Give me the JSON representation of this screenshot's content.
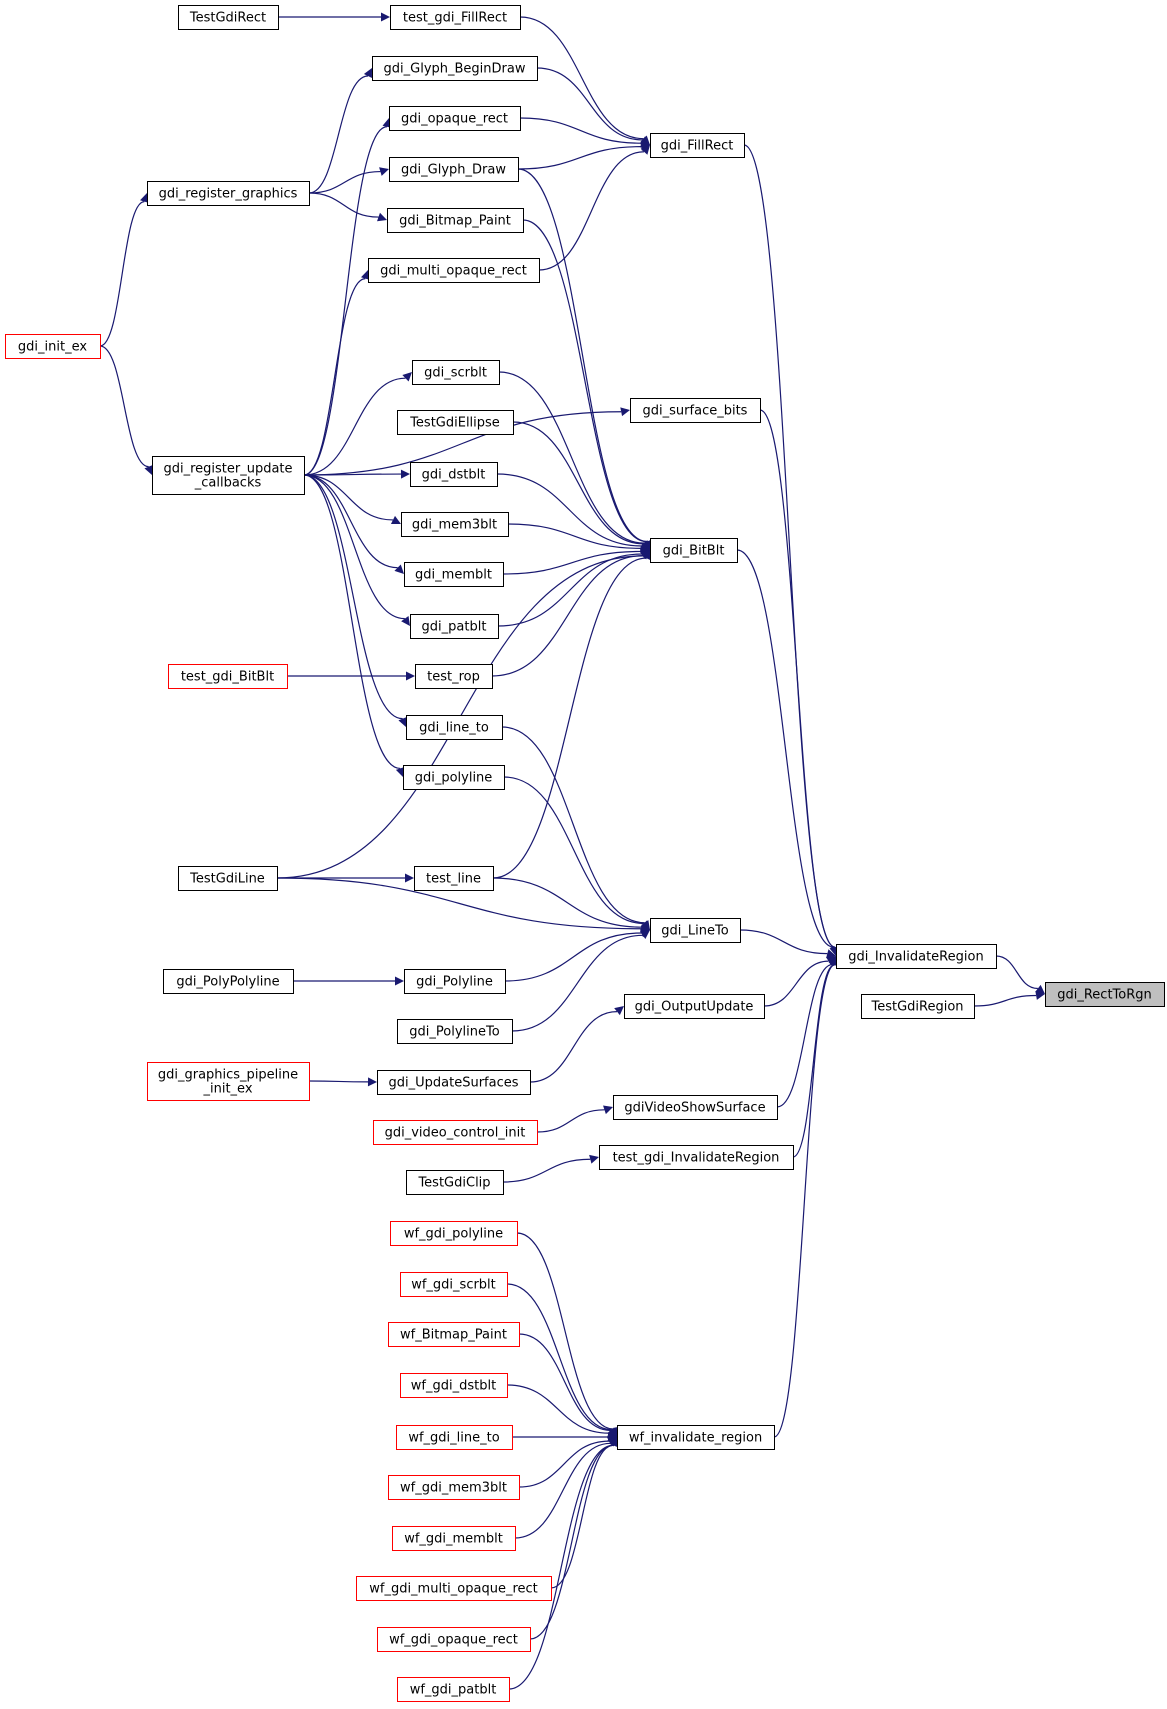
{
  "diagram": {
    "type": "caller-graph",
    "root": "gdi_RectToRgn",
    "colors": {
      "edge": "#191970",
      "normal_border": "#000000",
      "truncated_border": "#ff0000",
      "root_fill": "#bfbfbf"
    },
    "nodes": [
      {
        "id": "gdi_RectToRgn",
        "lines": [
          "gdi_RectToRgn"
        ],
        "style": "root"
      },
      {
        "id": "gdi_InvalidateRegion",
        "lines": [
          "gdi_InvalidateRegion"
        ]
      },
      {
        "id": "TestGdiRegion",
        "lines": [
          "TestGdiRegion"
        ]
      },
      {
        "id": "gdi_FillRect",
        "lines": [
          "gdi_FillRect"
        ]
      },
      {
        "id": "gdi_BitBlt",
        "lines": [
          "gdi_BitBlt"
        ]
      },
      {
        "id": "gdi_surface_bits",
        "lines": [
          "gdi_surface_bits"
        ]
      },
      {
        "id": "gdi_LineTo",
        "lines": [
          "gdi_LineTo"
        ]
      },
      {
        "id": "gdi_OutputUpdate",
        "lines": [
          "gdi_OutputUpdate"
        ]
      },
      {
        "id": "gdiVideoShowSurface",
        "lines": [
          "gdiVideoShowSurface"
        ]
      },
      {
        "id": "test_gdi_InvalidateRegion",
        "lines": [
          "test_gdi_InvalidateRegion"
        ]
      },
      {
        "id": "wf_invalidate_region",
        "lines": [
          "wf_invalidate_region"
        ]
      },
      {
        "id": "test_gdi_FillRect",
        "lines": [
          "test_gdi_FillRect"
        ]
      },
      {
        "id": "gdi_Glyph_BeginDraw",
        "lines": [
          "gdi_Glyph_BeginDraw"
        ]
      },
      {
        "id": "gdi_opaque_rect",
        "lines": [
          "gdi_opaque_rect"
        ]
      },
      {
        "id": "gdi_Glyph_Draw",
        "lines": [
          "gdi_Glyph_Draw"
        ]
      },
      {
        "id": "gdi_Bitmap_Paint",
        "lines": [
          "gdi_Bitmap_Paint"
        ]
      },
      {
        "id": "gdi_multi_opaque_rect",
        "lines": [
          "gdi_multi_opaque_rect"
        ]
      },
      {
        "id": "gdi_scrblt",
        "lines": [
          "gdi_scrblt"
        ]
      },
      {
        "id": "TestGdiEllipse",
        "lines": [
          "TestGdiEllipse"
        ]
      },
      {
        "id": "gdi_dstblt",
        "lines": [
          "gdi_dstblt"
        ]
      },
      {
        "id": "gdi_mem3blt",
        "lines": [
          "gdi_mem3blt"
        ]
      },
      {
        "id": "gdi_memblt",
        "lines": [
          "gdi_memblt"
        ]
      },
      {
        "id": "gdi_patblt",
        "lines": [
          "gdi_patblt"
        ]
      },
      {
        "id": "test_rop",
        "lines": [
          "test_rop"
        ]
      },
      {
        "id": "gdi_line_to",
        "lines": [
          "gdi_line_to"
        ]
      },
      {
        "id": "gdi_polyline",
        "lines": [
          "gdi_polyline"
        ]
      },
      {
        "id": "test_line",
        "lines": [
          "test_line"
        ]
      },
      {
        "id": "gdi_Polyline",
        "lines": [
          "gdi_Polyline"
        ]
      },
      {
        "id": "gdi_PolylineTo",
        "lines": [
          "gdi_PolylineTo"
        ]
      },
      {
        "id": "gdi_UpdateSurfaces",
        "lines": [
          "gdi_UpdateSurfaces"
        ]
      },
      {
        "id": "TestGdiRect",
        "lines": [
          "TestGdiRect"
        ]
      },
      {
        "id": "gdi_register_graphics",
        "lines": [
          "gdi_register_graphics"
        ]
      },
      {
        "id": "gdi_init_ex",
        "lines": [
          "gdi_init_ex"
        ],
        "style": "truncated"
      },
      {
        "id": "gdi_register_update_callbacks",
        "lines": [
          "gdi_register_update",
          "_callbacks"
        ]
      },
      {
        "id": "test_gdi_BitBlt",
        "lines": [
          "test_gdi_BitBlt"
        ],
        "style": "truncated"
      },
      {
        "id": "TestGdiLine",
        "lines": [
          "TestGdiLine"
        ]
      },
      {
        "id": "gdi_PolyPolyline",
        "lines": [
          "gdi_PolyPolyline"
        ]
      },
      {
        "id": "gdi_graphics_pipeline_init_ex",
        "lines": [
          "gdi_graphics_pipeline",
          "_init_ex"
        ],
        "style": "truncated"
      },
      {
        "id": "gdi_video_control_init",
        "lines": [
          "gdi_video_control_init"
        ],
        "style": "truncated"
      },
      {
        "id": "TestGdiClip",
        "lines": [
          "TestGdiClip"
        ]
      },
      {
        "id": "wf_gdi_polyline",
        "lines": [
          "wf_gdi_polyline"
        ],
        "style": "truncated"
      },
      {
        "id": "wf_gdi_scrblt",
        "lines": [
          "wf_gdi_scrblt"
        ],
        "style": "truncated"
      },
      {
        "id": "wf_Bitmap_Paint",
        "lines": [
          "wf_Bitmap_Paint"
        ],
        "style": "truncated"
      },
      {
        "id": "wf_gdi_dstblt",
        "lines": [
          "wf_gdi_dstblt"
        ],
        "style": "truncated"
      },
      {
        "id": "wf_gdi_line_to",
        "lines": [
          "wf_gdi_line_to"
        ],
        "style": "truncated"
      },
      {
        "id": "wf_gdi_mem3blt",
        "lines": [
          "wf_gdi_mem3blt"
        ],
        "style": "truncated"
      },
      {
        "id": "wf_gdi_memblt",
        "lines": [
          "wf_gdi_memblt"
        ],
        "style": "truncated"
      },
      {
        "id": "wf_gdi_multi_opaque_rect",
        "lines": [
          "wf_gdi_multi_opaque_rect"
        ],
        "style": "truncated"
      },
      {
        "id": "wf_gdi_opaque_rect",
        "lines": [
          "wf_gdi_opaque_rect"
        ],
        "style": "truncated"
      },
      {
        "id": "wf_gdi_patblt",
        "lines": [
          "wf_gdi_patblt"
        ],
        "style": "truncated"
      }
    ],
    "edges": [
      {
        "from": "gdi_InvalidateRegion",
        "to": "gdi_RectToRgn"
      },
      {
        "from": "TestGdiRegion",
        "to": "gdi_RectToRgn"
      },
      {
        "from": "gdi_FillRect",
        "to": "gdi_InvalidateRegion"
      },
      {
        "from": "gdi_BitBlt",
        "to": "gdi_InvalidateRegion"
      },
      {
        "from": "gdi_surface_bits",
        "to": "gdi_InvalidateRegion"
      },
      {
        "from": "gdi_LineTo",
        "to": "gdi_InvalidateRegion"
      },
      {
        "from": "gdi_OutputUpdate",
        "to": "gdi_InvalidateRegion"
      },
      {
        "from": "gdiVideoShowSurface",
        "to": "gdi_InvalidateRegion"
      },
      {
        "from": "test_gdi_InvalidateRegion",
        "to": "gdi_InvalidateRegion"
      },
      {
        "from": "wf_invalidate_region",
        "to": "gdi_InvalidateRegion"
      },
      {
        "from": "test_gdi_FillRect",
        "to": "gdi_FillRect"
      },
      {
        "from": "gdi_Glyph_BeginDraw",
        "to": "gdi_FillRect"
      },
      {
        "from": "gdi_opaque_rect",
        "to": "gdi_FillRect"
      },
      {
        "from": "gdi_Glyph_Draw",
        "to": "gdi_FillRect"
      },
      {
        "from": "gdi_multi_opaque_rect",
        "to": "gdi_FillRect"
      },
      {
        "from": "gdi_Glyph_Draw",
        "to": "gdi_BitBlt"
      },
      {
        "from": "gdi_Bitmap_Paint",
        "to": "gdi_BitBlt"
      },
      {
        "from": "gdi_scrblt",
        "to": "gdi_BitBlt"
      },
      {
        "from": "TestGdiEllipse",
        "to": "gdi_BitBlt"
      },
      {
        "from": "gdi_dstblt",
        "to": "gdi_BitBlt"
      },
      {
        "from": "gdi_mem3blt",
        "to": "gdi_BitBlt"
      },
      {
        "from": "gdi_memblt",
        "to": "gdi_BitBlt"
      },
      {
        "from": "gdi_patblt",
        "to": "gdi_BitBlt"
      },
      {
        "from": "test_rop",
        "to": "gdi_BitBlt"
      },
      {
        "from": "TestGdiLine",
        "to": "gdi_BitBlt"
      },
      {
        "from": "test_line",
        "to": "gdi_BitBlt"
      },
      {
        "from": "gdi_register_update_callbacks",
        "to": "gdi_surface_bits"
      },
      {
        "from": "gdi_line_to",
        "to": "gdi_LineTo"
      },
      {
        "from": "gdi_polyline",
        "to": "gdi_LineTo"
      },
      {
        "from": "test_line",
        "to": "gdi_LineTo"
      },
      {
        "from": "TestGdiLine",
        "to": "gdi_LineTo"
      },
      {
        "from": "gdi_Polyline",
        "to": "gdi_LineTo"
      },
      {
        "from": "gdi_PolylineTo",
        "to": "gdi_LineTo"
      },
      {
        "from": "gdi_UpdateSurfaces",
        "to": "gdi_OutputUpdate"
      },
      {
        "from": "gdi_video_control_init",
        "to": "gdiVideoShowSurface"
      },
      {
        "from": "TestGdiClip",
        "to": "test_gdi_InvalidateRegion"
      },
      {
        "from": "TestGdiRect",
        "to": "test_gdi_FillRect"
      },
      {
        "from": "gdi_register_graphics",
        "to": "gdi_Glyph_BeginDraw"
      },
      {
        "from": "gdi_register_graphics",
        "to": "gdi_Glyph_Draw"
      },
      {
        "from": "gdi_register_graphics",
        "to": "gdi_Bitmap_Paint"
      },
      {
        "from": "gdi_init_ex",
        "to": "gdi_register_graphics"
      },
      {
        "from": "gdi_init_ex",
        "to": "gdi_register_update_callbacks"
      },
      {
        "from": "gdi_register_update_callbacks",
        "to": "gdi_opaque_rect"
      },
      {
        "from": "gdi_register_update_callbacks",
        "to": "gdi_multi_opaque_rect"
      },
      {
        "from": "gdi_register_update_callbacks",
        "to": "gdi_scrblt"
      },
      {
        "from": "gdi_register_update_callbacks",
        "to": "gdi_dstblt"
      },
      {
        "from": "gdi_register_update_callbacks",
        "to": "gdi_mem3blt"
      },
      {
        "from": "gdi_register_update_callbacks",
        "to": "gdi_memblt"
      },
      {
        "from": "gdi_register_update_callbacks",
        "to": "gdi_patblt"
      },
      {
        "from": "gdi_register_update_callbacks",
        "to": "gdi_line_to"
      },
      {
        "from": "gdi_register_update_callbacks",
        "to": "gdi_polyline"
      },
      {
        "from": "test_gdi_BitBlt",
        "to": "test_rop"
      },
      {
        "from": "TestGdiLine",
        "to": "test_line"
      },
      {
        "from": "gdi_PolyPolyline",
        "to": "gdi_Polyline"
      },
      {
        "from": "gdi_graphics_pipeline_init_ex",
        "to": "gdi_UpdateSurfaces"
      },
      {
        "from": "wf_gdi_polyline",
        "to": "wf_invalidate_region"
      },
      {
        "from": "wf_gdi_scrblt",
        "to": "wf_invalidate_region"
      },
      {
        "from": "wf_Bitmap_Paint",
        "to": "wf_invalidate_region"
      },
      {
        "from": "wf_gdi_dstblt",
        "to": "wf_invalidate_region"
      },
      {
        "from": "wf_gdi_line_to",
        "to": "wf_invalidate_region"
      },
      {
        "from": "wf_gdi_mem3blt",
        "to": "wf_invalidate_region"
      },
      {
        "from": "wf_gdi_memblt",
        "to": "wf_invalidate_region"
      },
      {
        "from": "wf_gdi_multi_opaque_rect",
        "to": "wf_invalidate_region"
      },
      {
        "from": "wf_gdi_opaque_rect",
        "to": "wf_invalidate_region"
      },
      {
        "from": "wf_gdi_patblt",
        "to": "wf_invalidate_region"
      }
    ]
  }
}
